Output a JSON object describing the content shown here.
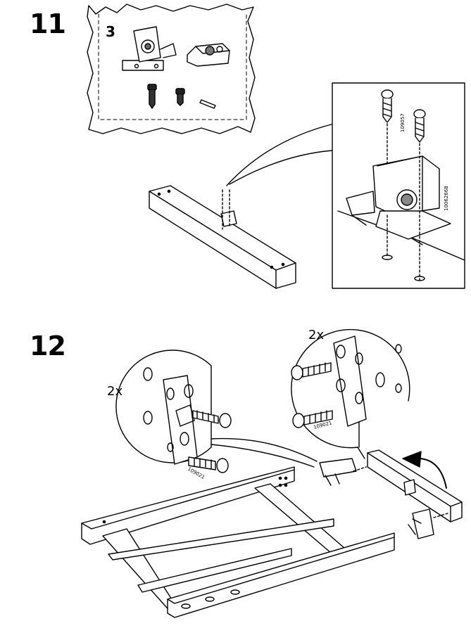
{
  "steps": [
    {
      "number": "11",
      "bag_quantity": "3"
    },
    {
      "number": "12",
      "multiplier_left": "2x",
      "multiplier_right": "2x"
    }
  ],
  "part_codes": {
    "step11_screw_a": "109057",
    "step11_screw_b": "10062668",
    "step12_screw_left": "109021",
    "step12_screw_right": "109021"
  }
}
